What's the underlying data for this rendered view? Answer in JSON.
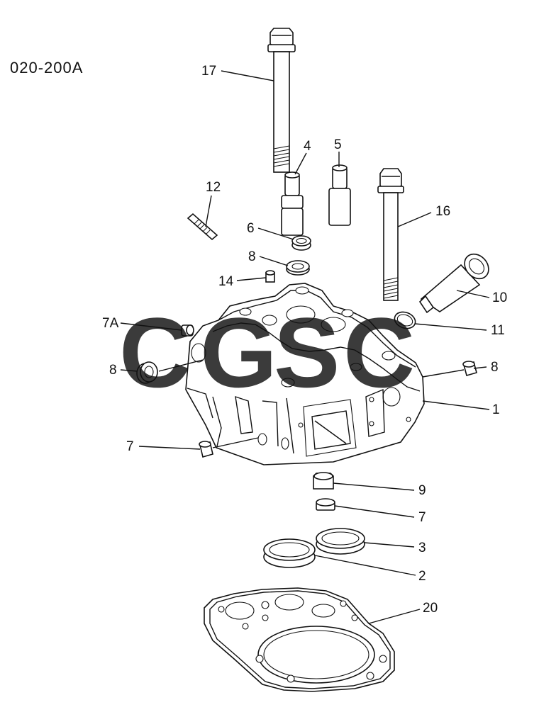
{
  "diagram": {
    "code": "020-200A",
    "watermark": {
      "letters": [
        "C",
        "G",
        "S",
        "C"
      ],
      "colors": [
        "#4a8ef0",
        "#ee5b4e",
        "#f7cf3c",
        "#37a56b"
      ]
    },
    "callouts": [
      {
        "id": "17",
        "text": "17"
      },
      {
        "id": "4",
        "text": "4"
      },
      {
        "id": "5",
        "text": "5"
      },
      {
        "id": "12",
        "text": "12"
      },
      {
        "id": "16",
        "text": "16"
      },
      {
        "id": "6",
        "text": "6"
      },
      {
        "id": "8-top",
        "text": "8"
      },
      {
        "id": "14",
        "text": "14"
      },
      {
        "id": "10",
        "text": "10"
      },
      {
        "id": "7a",
        "text": "7A"
      },
      {
        "id": "11",
        "text": "11"
      },
      {
        "id": "8-left",
        "text": "8"
      },
      {
        "id": "8-right",
        "text": "8"
      },
      {
        "id": "1",
        "text": "1"
      },
      {
        "id": "7-left",
        "text": "7"
      },
      {
        "id": "9",
        "text": "9"
      },
      {
        "id": "7-bottom",
        "text": "7"
      },
      {
        "id": "3",
        "text": "3"
      },
      {
        "id": "2",
        "text": "2"
      },
      {
        "id": "20",
        "text": "20"
      }
    ]
  }
}
